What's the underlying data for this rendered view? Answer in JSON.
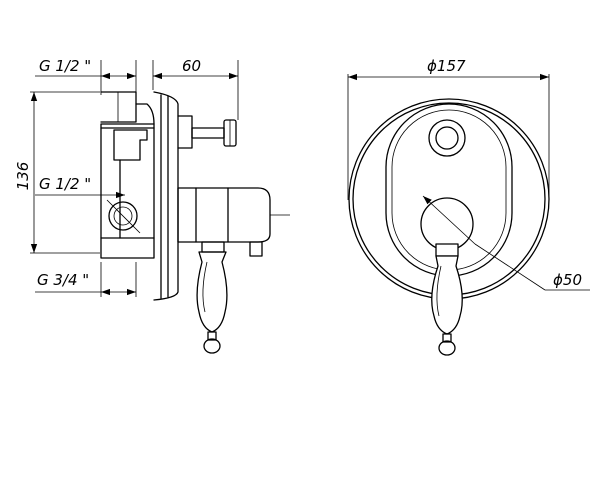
{
  "side_view": {
    "dim_top_thread": "G 1/2 \"",
    "dim_depth": "60",
    "dim_height": "136",
    "dim_mid_thread": "G 1/2 \"",
    "dim_bottom_thread": "G 3/4 \""
  },
  "front_view": {
    "dim_plate_diameter": "ϕ157",
    "dim_knob_diameter": "ϕ50"
  }
}
